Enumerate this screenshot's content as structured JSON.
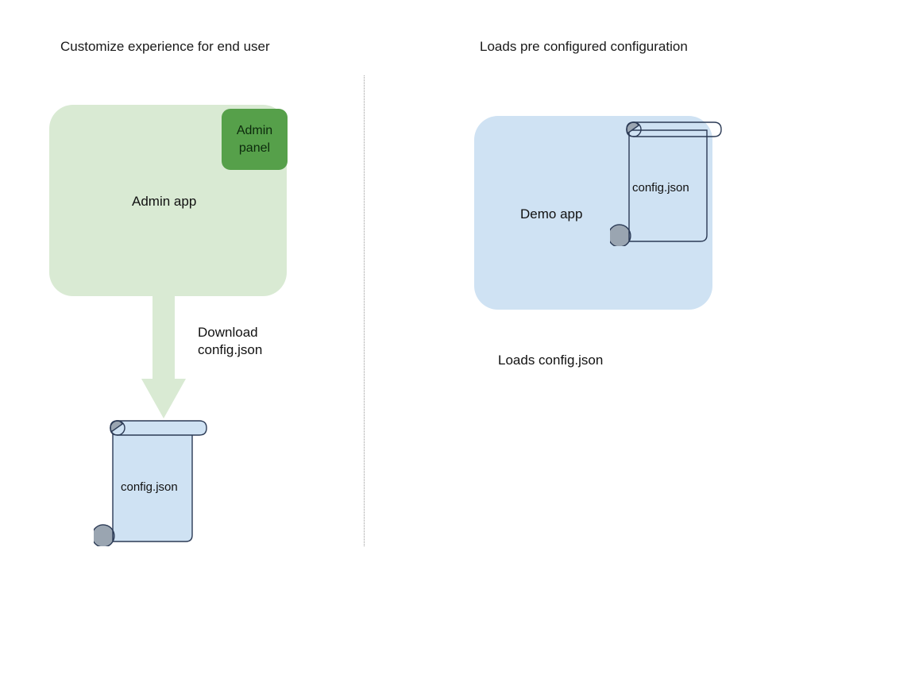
{
  "diagram": {
    "background_color": "#ffffff",
    "columns": [
      {
        "title": "Customize experience for end user"
      },
      {
        "title": "Loads pre configured configuration"
      }
    ],
    "divider": {
      "style": "dotted",
      "color": "#9a9a9a"
    },
    "left": {
      "app": {
        "label": "Admin app",
        "fill": "#d9ead3"
      },
      "panel": {
        "label": "Admin\npanel",
        "line1": "Admin",
        "line2": "panel",
        "fill": "#56a04a"
      },
      "arrow": {
        "label_line1": "Download",
        "label_line2": "config.json",
        "fill": "#d9ead3"
      },
      "document": {
        "label": "config.json",
        "fill": "#cfe2f3",
        "stroke": "#2b3a55",
        "curl_fill": "#9aa5b1"
      }
    },
    "right": {
      "app": {
        "label": "Demo app",
        "fill": "#cfe2f3"
      },
      "document": {
        "label": "config.json",
        "fill": "transparent",
        "stroke": "#2b3a55",
        "curl_fill": "#9aa5b1"
      },
      "caption": "Loads config.json"
    }
  }
}
